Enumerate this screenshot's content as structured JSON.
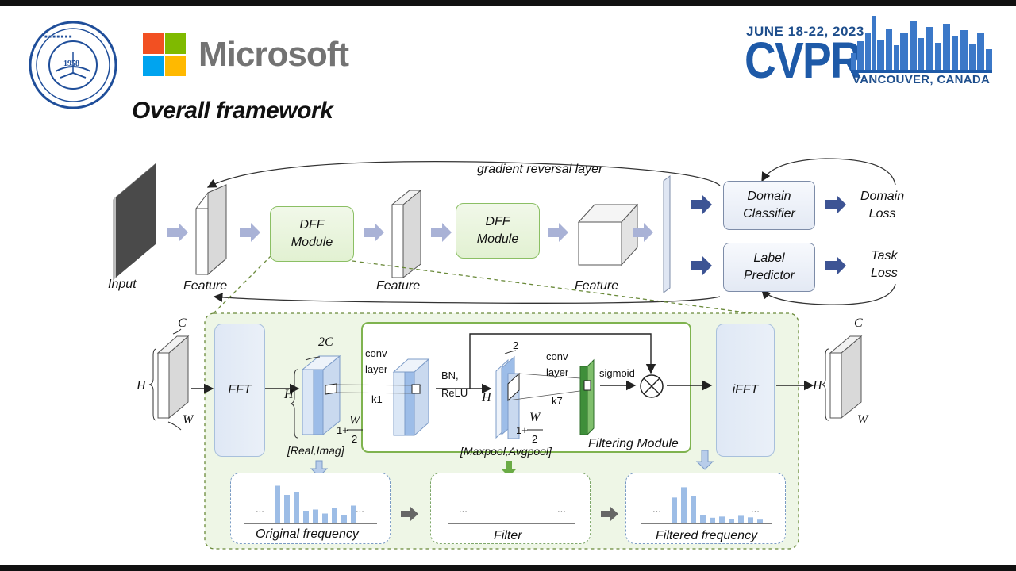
{
  "header": {
    "title": "Overall framework",
    "microsoft_label": "Microsoft",
    "conference": {
      "date": "JUNE 18-22, 2023",
      "name": "CVPR",
      "location": "VANCOUVER, CANADA"
    },
    "university_seal_year": "1958"
  },
  "top_pipeline": {
    "gradient_reversal": "gradient reversal layer",
    "input_label": "Input",
    "feature_labels": [
      "Feature",
      "Feature",
      "Feature"
    ],
    "dff_modules": [
      "DFF\nModule",
      "DFF\nModule"
    ],
    "domain_classifier": "Domain\nClassifier",
    "label_predictor": "Label\nPredictor",
    "domain_loss": "Domain\nLoss",
    "task_loss": "Task\nLoss"
  },
  "detail": {
    "fft": "FFT",
    "ifft": "iFFT",
    "dim_c_left": "C",
    "dim_h_left": "H",
    "dim_w_left": "W",
    "dim_2c": "2C",
    "dim_h_mid": "H",
    "dim_w_frac_prefix": "1+",
    "dim_w_frac_num": "W",
    "dim_w_frac_den": "2",
    "real_imag": "[Real,Imag]",
    "conv_layer_1": "conv\nlayer",
    "k1": "k1",
    "bn_relu": "BN,\nReLU",
    "dim_2": "2",
    "dim_h_pool": "H",
    "conv_layer_2": "conv\nlayer",
    "k7": "k7",
    "sigmoid": "sigmoid",
    "maxpool_avgpool": "[Maxpool,Avgpool]",
    "filtering_module": "Filtering Module",
    "dim_c_right": "C",
    "dim_h_right": "H",
    "dim_w_right": "W"
  },
  "bottom": {
    "original_frequency": "Original frequency",
    "filter": "Filter",
    "filtered_frequency": "Filtered frequency",
    "ellipsis": "..."
  },
  "colors": {
    "accent_green": "#8bbf64",
    "accent_blue": "#1e5aa8",
    "arrow_blue": "#9aa6cc"
  },
  "chart_data": [
    {
      "type": "bar",
      "title": "Original frequency",
      "values": [
        0.95,
        0.72,
        0.78,
        0.32,
        0.35,
        0.25,
        0.38,
        0.22,
        0.45
      ]
    },
    {
      "type": "bar",
      "title": "Filtered frequency",
      "values": [
        0.68,
        0.95,
        0.72,
        0.22,
        0.15,
        0.18,
        0.12,
        0.2,
        0.16,
        0.1
      ]
    }
  ]
}
